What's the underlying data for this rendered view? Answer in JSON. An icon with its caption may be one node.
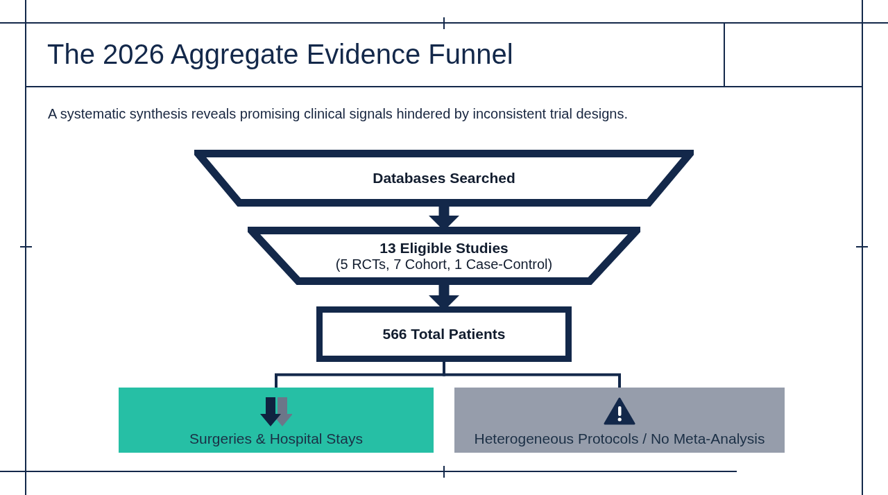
{
  "diagram": {
    "title": "The 2026 Aggregate Evidence Funnel",
    "nodes": [
      {
        "text": [
          "Databases Searched"
        ]
      },
      {
        "text": [
          "13 Eligible Studies",
          "(5 RCTs, 7 Cohort, 1 Case-Control)"
        ]
      },
      {
        "text": [
          "566 Total Patients"
        ]
      },
      {
        "text": [
          "Surgeries & Hospital Stays"
        ]
      },
      {
        "text": [
          "Heterogeneous Protocols / No Meta-Analysis"
        ]
      }
    ],
    "edges": [
      {
        "from": 0,
        "to": 1,
        "arrow": "to",
        "style": "thick"
      },
      {
        "from": 1,
        "to": 2,
        "arrow": "to",
        "style": "thick"
      },
      {
        "from": 2,
        "to": 3,
        "arrow": "none"
      },
      {
        "from": 2,
        "to": 4,
        "arrow": "none"
      }
    ],
    "labels": [
      "A systematic synthesis reveals promising clinical signals hindered by inconsistent trial designs."
    ]
  }
}
